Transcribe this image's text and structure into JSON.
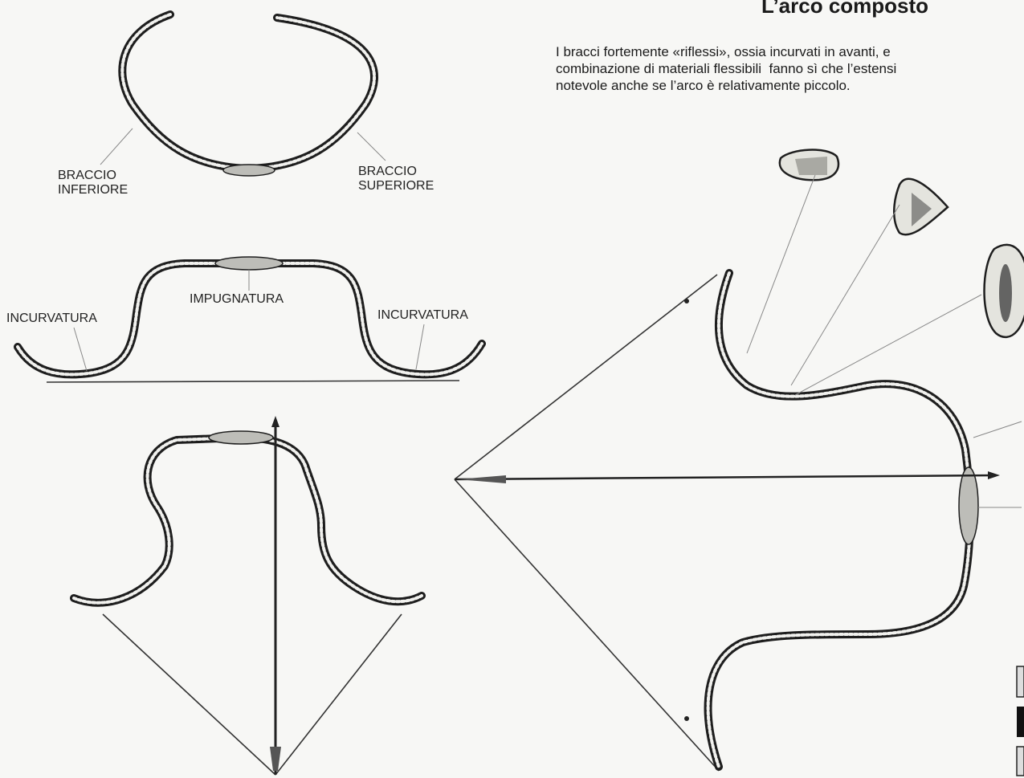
{
  "header": {
    "title": "L’arco composto",
    "intro": "I bracci fortemente «riflessi», ossia incurvati in avanti, e\ncombinazione di materiali flessibili  fanno sì che l’estensi\nnotevole anche se l’arco è relativamente piccolo."
  },
  "labels": {
    "braccio_inferiore": "BRACCIO\nINFERIORE",
    "braccio_superiore": "BRACCIO\nSUPERIORE",
    "impugnatura": "IMPUGNATURA",
    "incurvatura_left": "INCURVATURA",
    "incurvatura_right": "INCURVATURA"
  }
}
